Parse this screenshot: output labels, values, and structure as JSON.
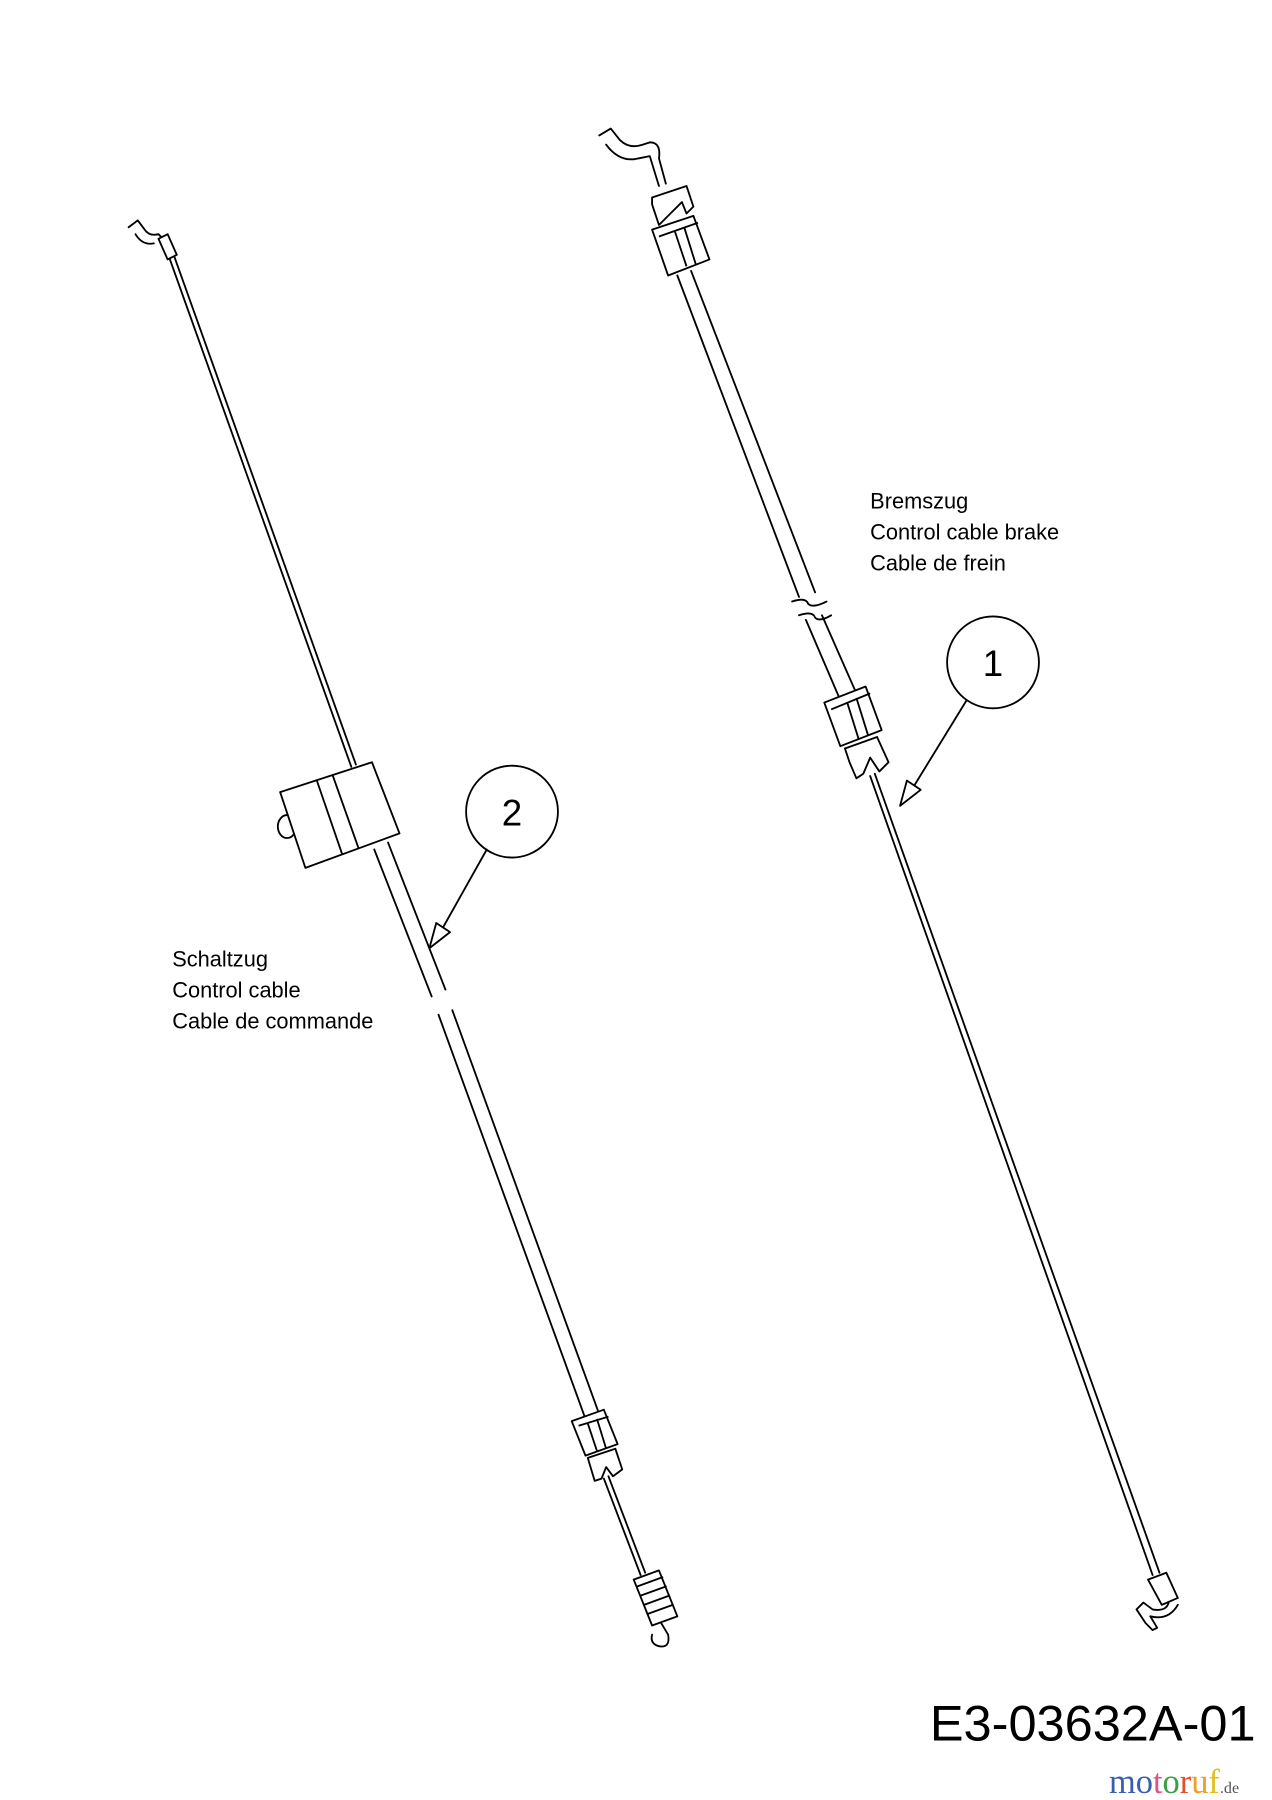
{
  "parts": [
    {
      "number": "1",
      "label_de": "Bremszug",
      "label_en": "Control cable brake",
      "label_fr": "Cable de frein"
    },
    {
      "number": "2",
      "label_de": "Schaltzug",
      "label_en": "Control cable",
      "label_fr": "Cable de commande"
    }
  ],
  "drawing_code": "E3-03632A-01",
  "watermark": {
    "letters": [
      "m",
      "o",
      "t",
      "o",
      "r",
      "u",
      "f"
    ],
    "colors": [
      "#3a5fb0",
      "#3a5fb0",
      "#e0508a",
      "#3aa040",
      "#e05030",
      "#f0a020",
      "#e0c020"
    ],
    "suffix": ".de"
  }
}
